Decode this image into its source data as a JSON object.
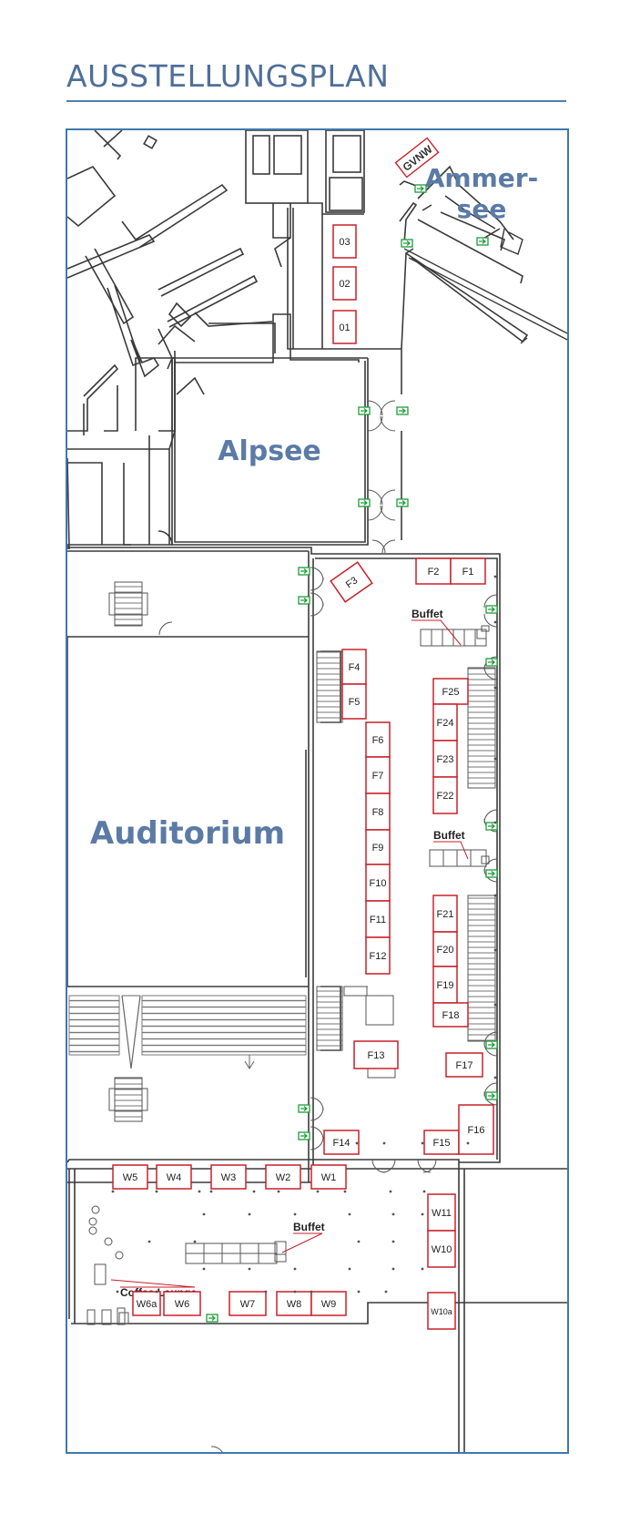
{
  "title": "AUSSTELLUNGSPLAN",
  "colors": {
    "title": "#4f6f97",
    "rule": "#4f7fae",
    "frame": "#3f79ad",
    "room_label": "#5b7ba6",
    "booth": "#c8202a",
    "exit_sign": "#1e9c3a",
    "walls": "#3a3a3a"
  },
  "rooms": {
    "ammersee_line1": "Ammer-",
    "ammersee_line2": "see",
    "alpsee": "Alpsee",
    "auditorium": "Auditorium"
  },
  "zones": {
    "buffet": "Buffet",
    "coffee_lounge": "Coffee Lounge",
    "gvnw": "GVNW"
  },
  "booths": [
    {
      "id": "03",
      "rot": 0
    },
    {
      "id": "02",
      "rot": 0
    },
    {
      "id": "01",
      "rot": 0
    },
    {
      "id": "F2",
      "rot": 0
    },
    {
      "id": "F1",
      "rot": 0
    },
    {
      "id": "F3",
      "rot": -35
    },
    {
      "id": "F4",
      "rot": 0
    },
    {
      "id": "F5",
      "rot": 0
    },
    {
      "id": "F6",
      "rot": 0
    },
    {
      "id": "F7",
      "rot": 0
    },
    {
      "id": "F8",
      "rot": 0
    },
    {
      "id": "F9",
      "rot": 0
    },
    {
      "id": "F10",
      "rot": 0
    },
    {
      "id": "F11",
      "rot": 0
    },
    {
      "id": "F12",
      "rot": 0
    },
    {
      "id": "F13",
      "rot": 0
    },
    {
      "id": "F25",
      "rot": 0
    },
    {
      "id": "F24",
      "rot": 0
    },
    {
      "id": "F23",
      "rot": 0
    },
    {
      "id": "F22",
      "rot": 0
    },
    {
      "id": "F21",
      "rot": 0
    },
    {
      "id": "F20",
      "rot": 0
    },
    {
      "id": "F19",
      "rot": 0
    },
    {
      "id": "F18",
      "rot": 0
    },
    {
      "id": "F17",
      "rot": 0
    },
    {
      "id": "F14",
      "rot": 0
    },
    {
      "id": "F15",
      "rot": 0
    },
    {
      "id": "F16",
      "rot": 0
    },
    {
      "id": "W5",
      "rot": 0
    },
    {
      "id": "W4",
      "rot": 0
    },
    {
      "id": "W3",
      "rot": 0
    },
    {
      "id": "W2",
      "rot": 0
    },
    {
      "id": "W1",
      "rot": 0
    },
    {
      "id": "W11",
      "rot": 0
    },
    {
      "id": "W10",
      "rot": 0
    },
    {
      "id": "W6a",
      "rot": 0
    },
    {
      "id": "W6",
      "rot": 0
    },
    {
      "id": "W7",
      "rot": 0
    },
    {
      "id": "W8",
      "rot": 0
    },
    {
      "id": "W9",
      "rot": 0
    },
    {
      "id": "W10a",
      "rot": 0
    }
  ]
}
